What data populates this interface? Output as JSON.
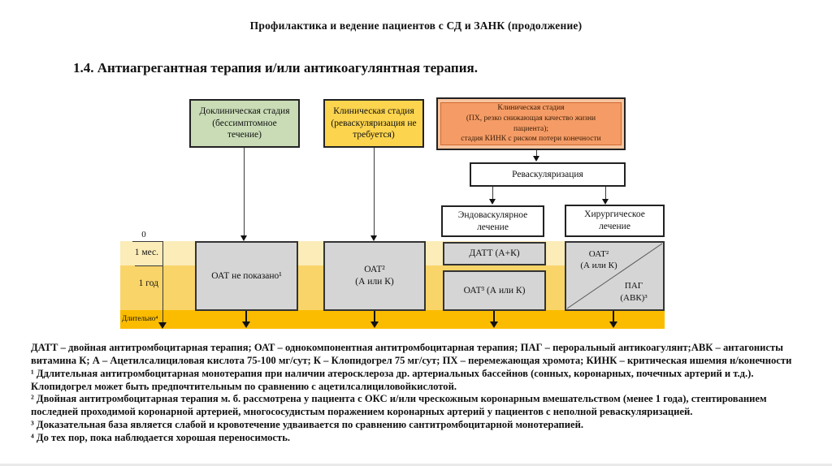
{
  "header": {
    "title": "Профилактика и ведение пациентов с СД и ЗАНК (продолжение)",
    "section": "1.4. Антиагрегантная терапия и/или антикоагулянтная терапия."
  },
  "flowchart": {
    "stage_preclinical": "Доклиническая стадия\n(бессимптомное\nтечение)",
    "stage_clinical": "Клиническая стадия\n(реваскуляризация не\nтребуется)",
    "stage_severe": "Клиническая стадия\n(ПХ, резко снижающая качество жизни\nпациента);\nстадия КИНК с риском потери конечности",
    "revascularization": "Реваскуляризация",
    "endovascular": "Эндоваскулярное\nлечение",
    "surgical": "Хирургическое\nлечение",
    "oat_not_indicated": "ОАТ не показано¹",
    "oat2": "ОАТ²\n(А или К)",
    "datt": "ДАТТ (А+К)",
    "oat3": "ОАТ³ (А или К)",
    "oat2_diagonal": "ОАТ²\n(А или К)",
    "pag_diagonal": "ПАГ\n(АВК)³",
    "timeline": {
      "t0": "0",
      "t1m": "1 мес.",
      "t1y": "1 год",
      "tlong": "Длительно⁴"
    }
  },
  "colors": {
    "stage_preclinical_bg": "#c9dcb6",
    "stage_clinical_bg": "#fcd44e",
    "stage_severe_outer_bg": "#f8c49e",
    "stage_severe_inner_bg": "#f59c66",
    "band_1month": "#fbecb8",
    "band_1year": "#f9d468",
    "band_long": "#fbbc00",
    "therapy_box_bg": "#d5d5d5"
  },
  "footnotes": [
    "ДАТТ – двойная антитромбоцитарная терапия; ОАТ – однокомпонентная антитромбоцитарная терапия; ПАГ – пероральный антикоагулянт;АВК – антагонисты витамина К; А – Ацетилсалициловая кислота 75-100 мг/сут; К – Клопидогрел 75 мг/сут; ПХ – перемежающая хромота; КИНК – критическая ишемия н/конечности",
    "¹ Ддлительная антитромбоцитарная монотерапия при наличии атеросклероза др. артериальных бассейнов (сонных, коронарных, почечных артерий и т.д.). Клопидогрел может быть предпочтительным по сравнению с ацетилсалициловойкислотой.",
    "² Двойная антитромбоцитарная терапия м. б. рассмотрена у пациента с ОКС и/или чрескожным коронарным вмешательством (менее 1 года), стентированием последней проходимой коронарной артерией, многососудистым поражением коронарных артерий у пациентов с неполной реваскуляризацией.",
    "³ Доказательная база является слабой и кровотечение удваивается по сравнению сантитромбоцитарной монотерапией.",
    "⁴ До тех пор, пока наблюдается хорошая переносимость."
  ]
}
